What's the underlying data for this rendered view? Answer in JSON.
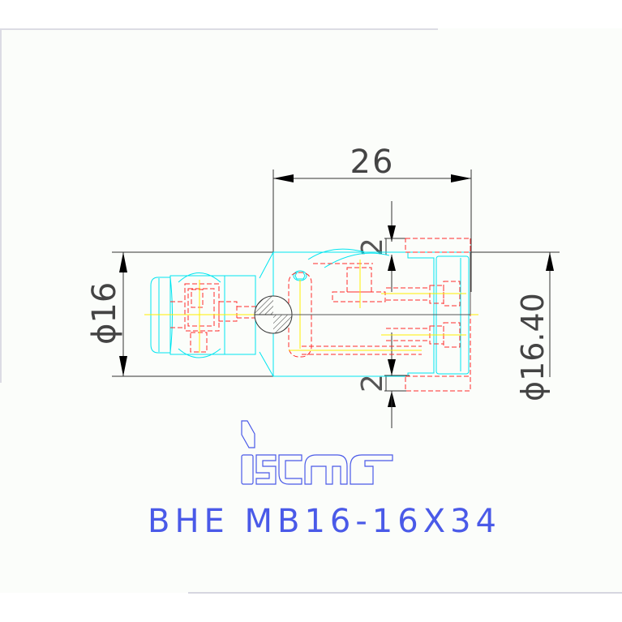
{
  "drawing": {
    "title": "BHE MB16-16X34",
    "brand": "iscar",
    "colors": {
      "background": "#fbfdfa",
      "dimension": "#000000",
      "outline": "#00e5f0",
      "hidden": "#ff2020",
      "centerline": "#ffff00",
      "title_text": "#4a5ae8"
    },
    "dimensions": {
      "length": "26",
      "diameter_shank": "ϕ16",
      "diameter_head": "ϕ16.40",
      "offset_top": "2",
      "offset_bottom": "2"
    }
  }
}
